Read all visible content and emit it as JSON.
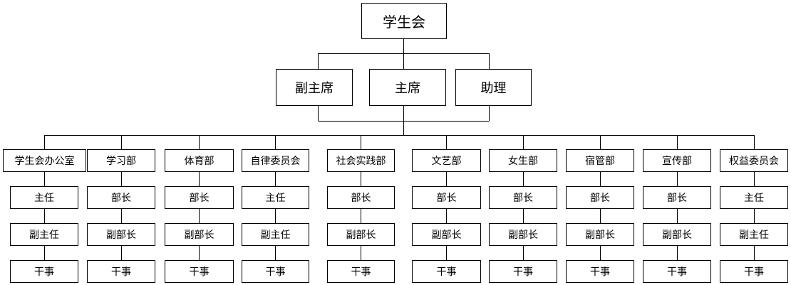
{
  "root": {
    "label": "学生会"
  },
  "leaders": [
    {
      "key": "vice-chair",
      "label": "副主席"
    },
    {
      "key": "chair",
      "label": "主席"
    },
    {
      "key": "assistant",
      "label": "助理"
    }
  ],
  "departments": [
    {
      "key": "office",
      "label": "学生会办公室",
      "roles": [
        "主任",
        "副主任",
        "干事"
      ]
    },
    {
      "key": "study",
      "label": "学习部",
      "roles": [
        "部长",
        "副部长",
        "干事"
      ]
    },
    {
      "key": "sports",
      "label": "体育部",
      "roles": [
        "部长",
        "副部长",
        "干事"
      ]
    },
    {
      "key": "discipline",
      "label": "自律委员会",
      "roles": [
        "主任",
        "副主任",
        "干事"
      ]
    },
    {
      "key": "practice",
      "label": "社会实践部",
      "roles": [
        "部长",
        "副部长",
        "干事"
      ]
    },
    {
      "key": "arts",
      "label": "文艺部",
      "roles": [
        "部长",
        "副部长",
        "干事"
      ]
    },
    {
      "key": "women",
      "label": "女生部",
      "roles": [
        "部长",
        "副部长",
        "干事"
      ]
    },
    {
      "key": "dorm",
      "label": "宿管部",
      "roles": [
        "部长",
        "副部长",
        "干事"
      ]
    },
    {
      "key": "publicity",
      "label": "宣传部",
      "roles": [
        "部长",
        "副部长",
        "干事"
      ]
    },
    {
      "key": "rights",
      "label": "权益委员会",
      "roles": [
        "主任",
        "副主任",
        "干事"
      ]
    }
  ]
}
